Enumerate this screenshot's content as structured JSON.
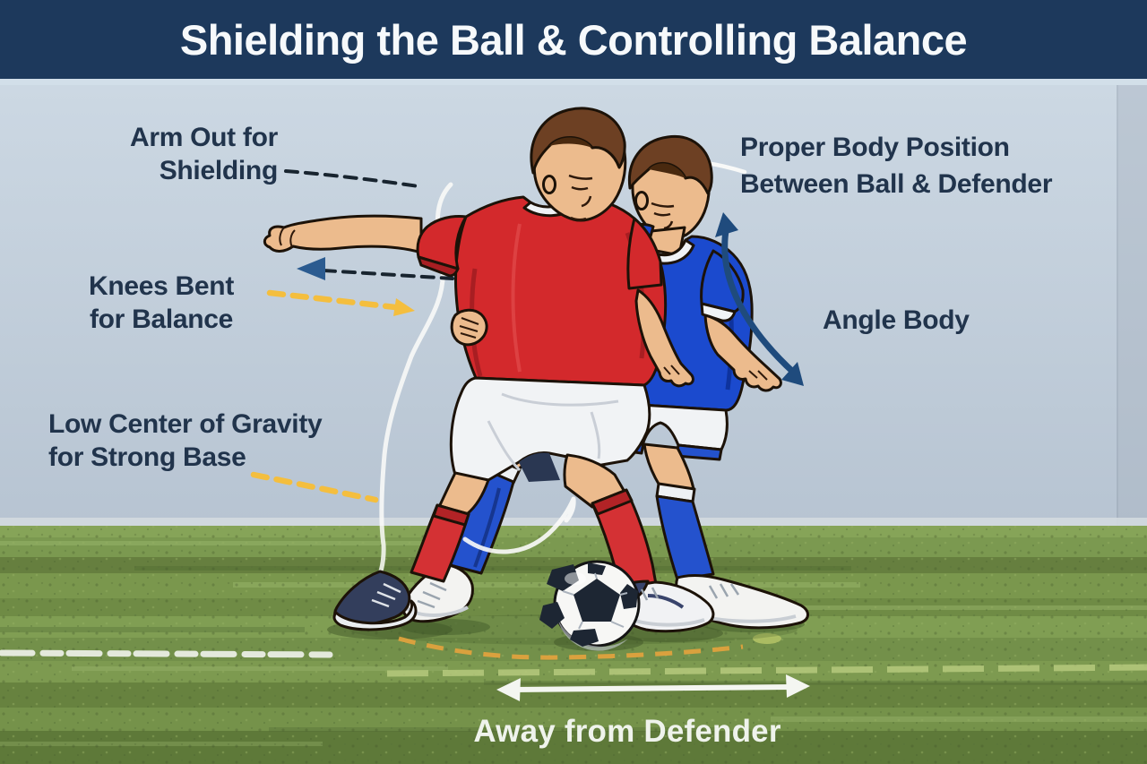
{
  "header": {
    "title": "Shielding the Ball & Controlling Balance",
    "bg_color": "#1d395c",
    "text_color": "#f6f9fb",
    "accent_line_color": "#d2dfe9"
  },
  "scene": {
    "sky_top_color": "#ccd8e3",
    "sky_bottom_color": "#b7c4d2",
    "grass_color": "#78954b",
    "chalk_line_color": "#eef1e8"
  },
  "labels": {
    "arm_out": {
      "line1": "Arm Out for",
      "line2": "Shielding"
    },
    "knees_bent": {
      "line1": "Knees Bent",
      "line2": "for Balance"
    },
    "low_center": {
      "line1": "Low Center of Gravity",
      "line2": "for Strong Base"
    },
    "proper_body": {
      "line1": "Proper Body Position",
      "line2": "Between Ball & Defender"
    },
    "angle_body": {
      "text": "Angle Body"
    },
    "away_from_defender": {
      "text": "Away from Defender"
    }
  },
  "annotation_colors": {
    "label_text": "#21344c",
    "dashed_navy": "#18242f",
    "arrowhead_steel_blue": "#2b5b90",
    "dashed_yellow": "#f4be3e",
    "angle_arc_navy": "#1f4b7d",
    "white_guides": "#fbfbf9",
    "ball_path_orange": "#dfa23d",
    "away_text": "#eff3ec"
  },
  "players": {
    "attacker_jersey_color": "#d3292c",
    "attacker_sock_color": "#d43134",
    "defender_jersey_color": "#1b4ace",
    "defender_sock_color": "#2452cd",
    "shorts_color": "#f1f3f5",
    "skin_color": "#ecbb8d",
    "hair_color": "#6d4023"
  }
}
